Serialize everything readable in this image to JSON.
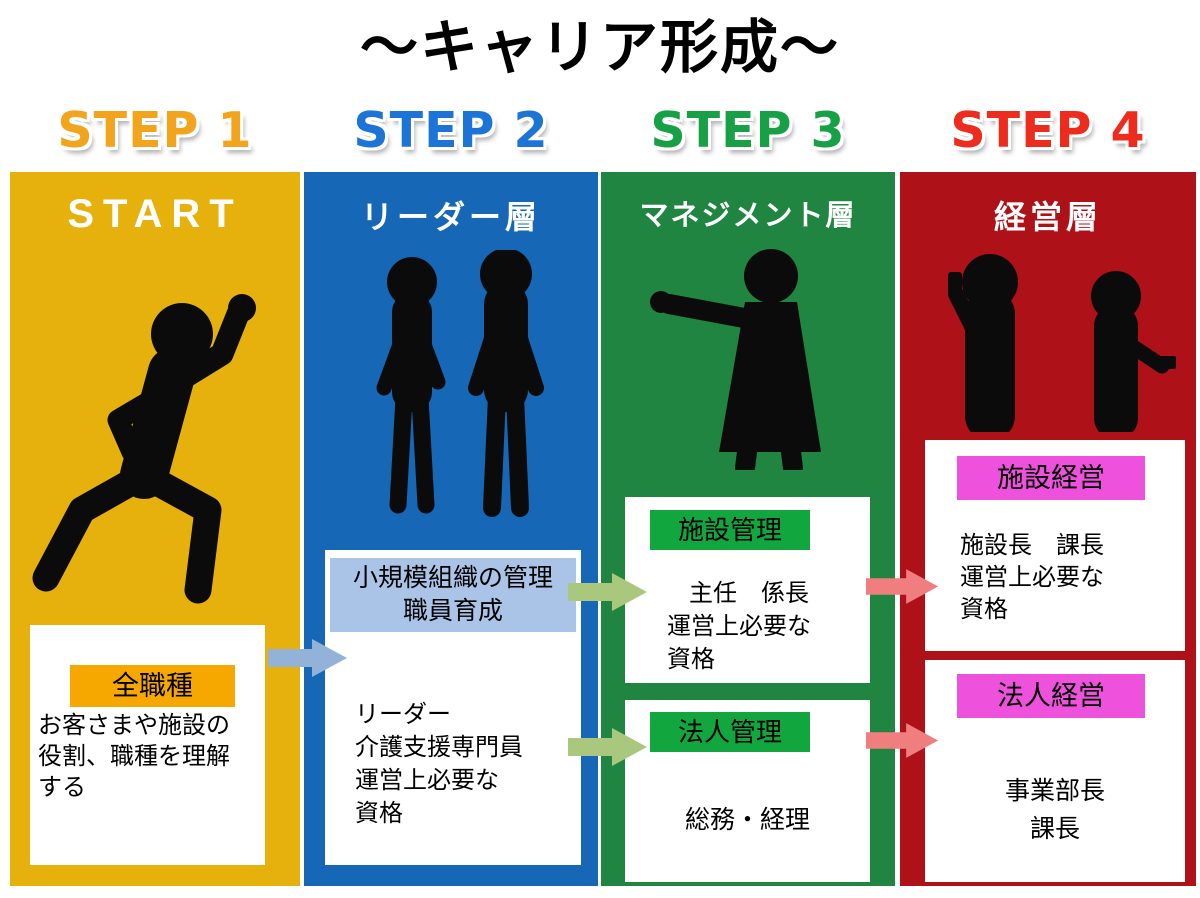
{
  "title": "～キャリア形成～",
  "steps": [
    {
      "label": "STEP 1",
      "color": "#F2A41C"
    },
    {
      "label": "STEP 2",
      "color": "#1B74D6"
    },
    {
      "label": "STEP 3",
      "color": "#17A046"
    },
    {
      "label": "STEP 4",
      "color": "#ED2C1E"
    }
  ],
  "columns": [
    {
      "header": "START",
      "bg": "#E6B10D",
      "figure": "jumping-person-silhouette",
      "box": {
        "tag": "全職種",
        "tag_bg": "#F6A800",
        "lines": [
          "お客さまや施設の",
          "役割、職種を理解",
          "する"
        ]
      }
    },
    {
      "header": "リーダー層",
      "bg": "#1667B6",
      "figure": "two-standing-people-silhouette",
      "box": {
        "tag_lines": [
          "小規模組織の管理",
          "職員育成"
        ],
        "tag_bg": "#A9C4E6",
        "lines": [
          "リーダー",
          "介護支援専門員",
          "運営上必要な",
          "資格"
        ]
      }
    },
    {
      "header": "マネジメント層",
      "bg": "#1F8540",
      "figure": "pointing-man-silhouette",
      "boxes": [
        {
          "tag": "施設管理",
          "tag_bg": "#12A63E",
          "lines": [
            "主任　係長",
            "運営上必要な",
            "資格"
          ]
        },
        {
          "tag": "法人管理",
          "tag_bg": "#12A63E",
          "lines": [
            "総務・経理"
          ]
        }
      ]
    },
    {
      "header": "経営層",
      "bg": "#AF1118",
      "figure": "businessman-on-phone-and-woman-silhouette",
      "boxes": [
        {
          "tag": "施設経営",
          "tag_bg": "#EE52DC",
          "lines": [
            "施設長　課長",
            "運営上必要な",
            "資格"
          ]
        },
        {
          "tag": "法人経営",
          "tag_bg": "#EE52DC",
          "lines": [
            "事業部長",
            "課長"
          ]
        }
      ]
    }
  ],
  "arrows": {
    "step1_to_step2_color": "#93B2D8",
    "step2_to_step3_color": "#A9C87E",
    "step3_to_step4_color": "#F07E7E"
  }
}
